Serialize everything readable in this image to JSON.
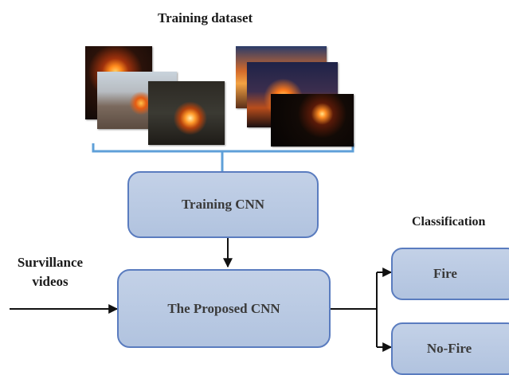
{
  "diagram": {
    "training_dataset_label": "Training dataset",
    "training_cnn_label": "Training CNN",
    "proposed_cnn_label": "The Proposed CNN",
    "input_label": "Survillance videos",
    "classification_label": "Classification",
    "outputs": [
      {
        "label": "Fire"
      },
      {
        "label": "No-Fire"
      }
    ],
    "dataset_images": [
      {
        "kind": "house-fire-night-photo"
      },
      {
        "kind": "house-fire-day-photo"
      },
      {
        "kind": "campfire-photo"
      },
      {
        "kind": "sunset-sky-photo"
      },
      {
        "kind": "wildfire-dusk-photo"
      },
      {
        "kind": "night-fire-photo"
      }
    ]
  }
}
